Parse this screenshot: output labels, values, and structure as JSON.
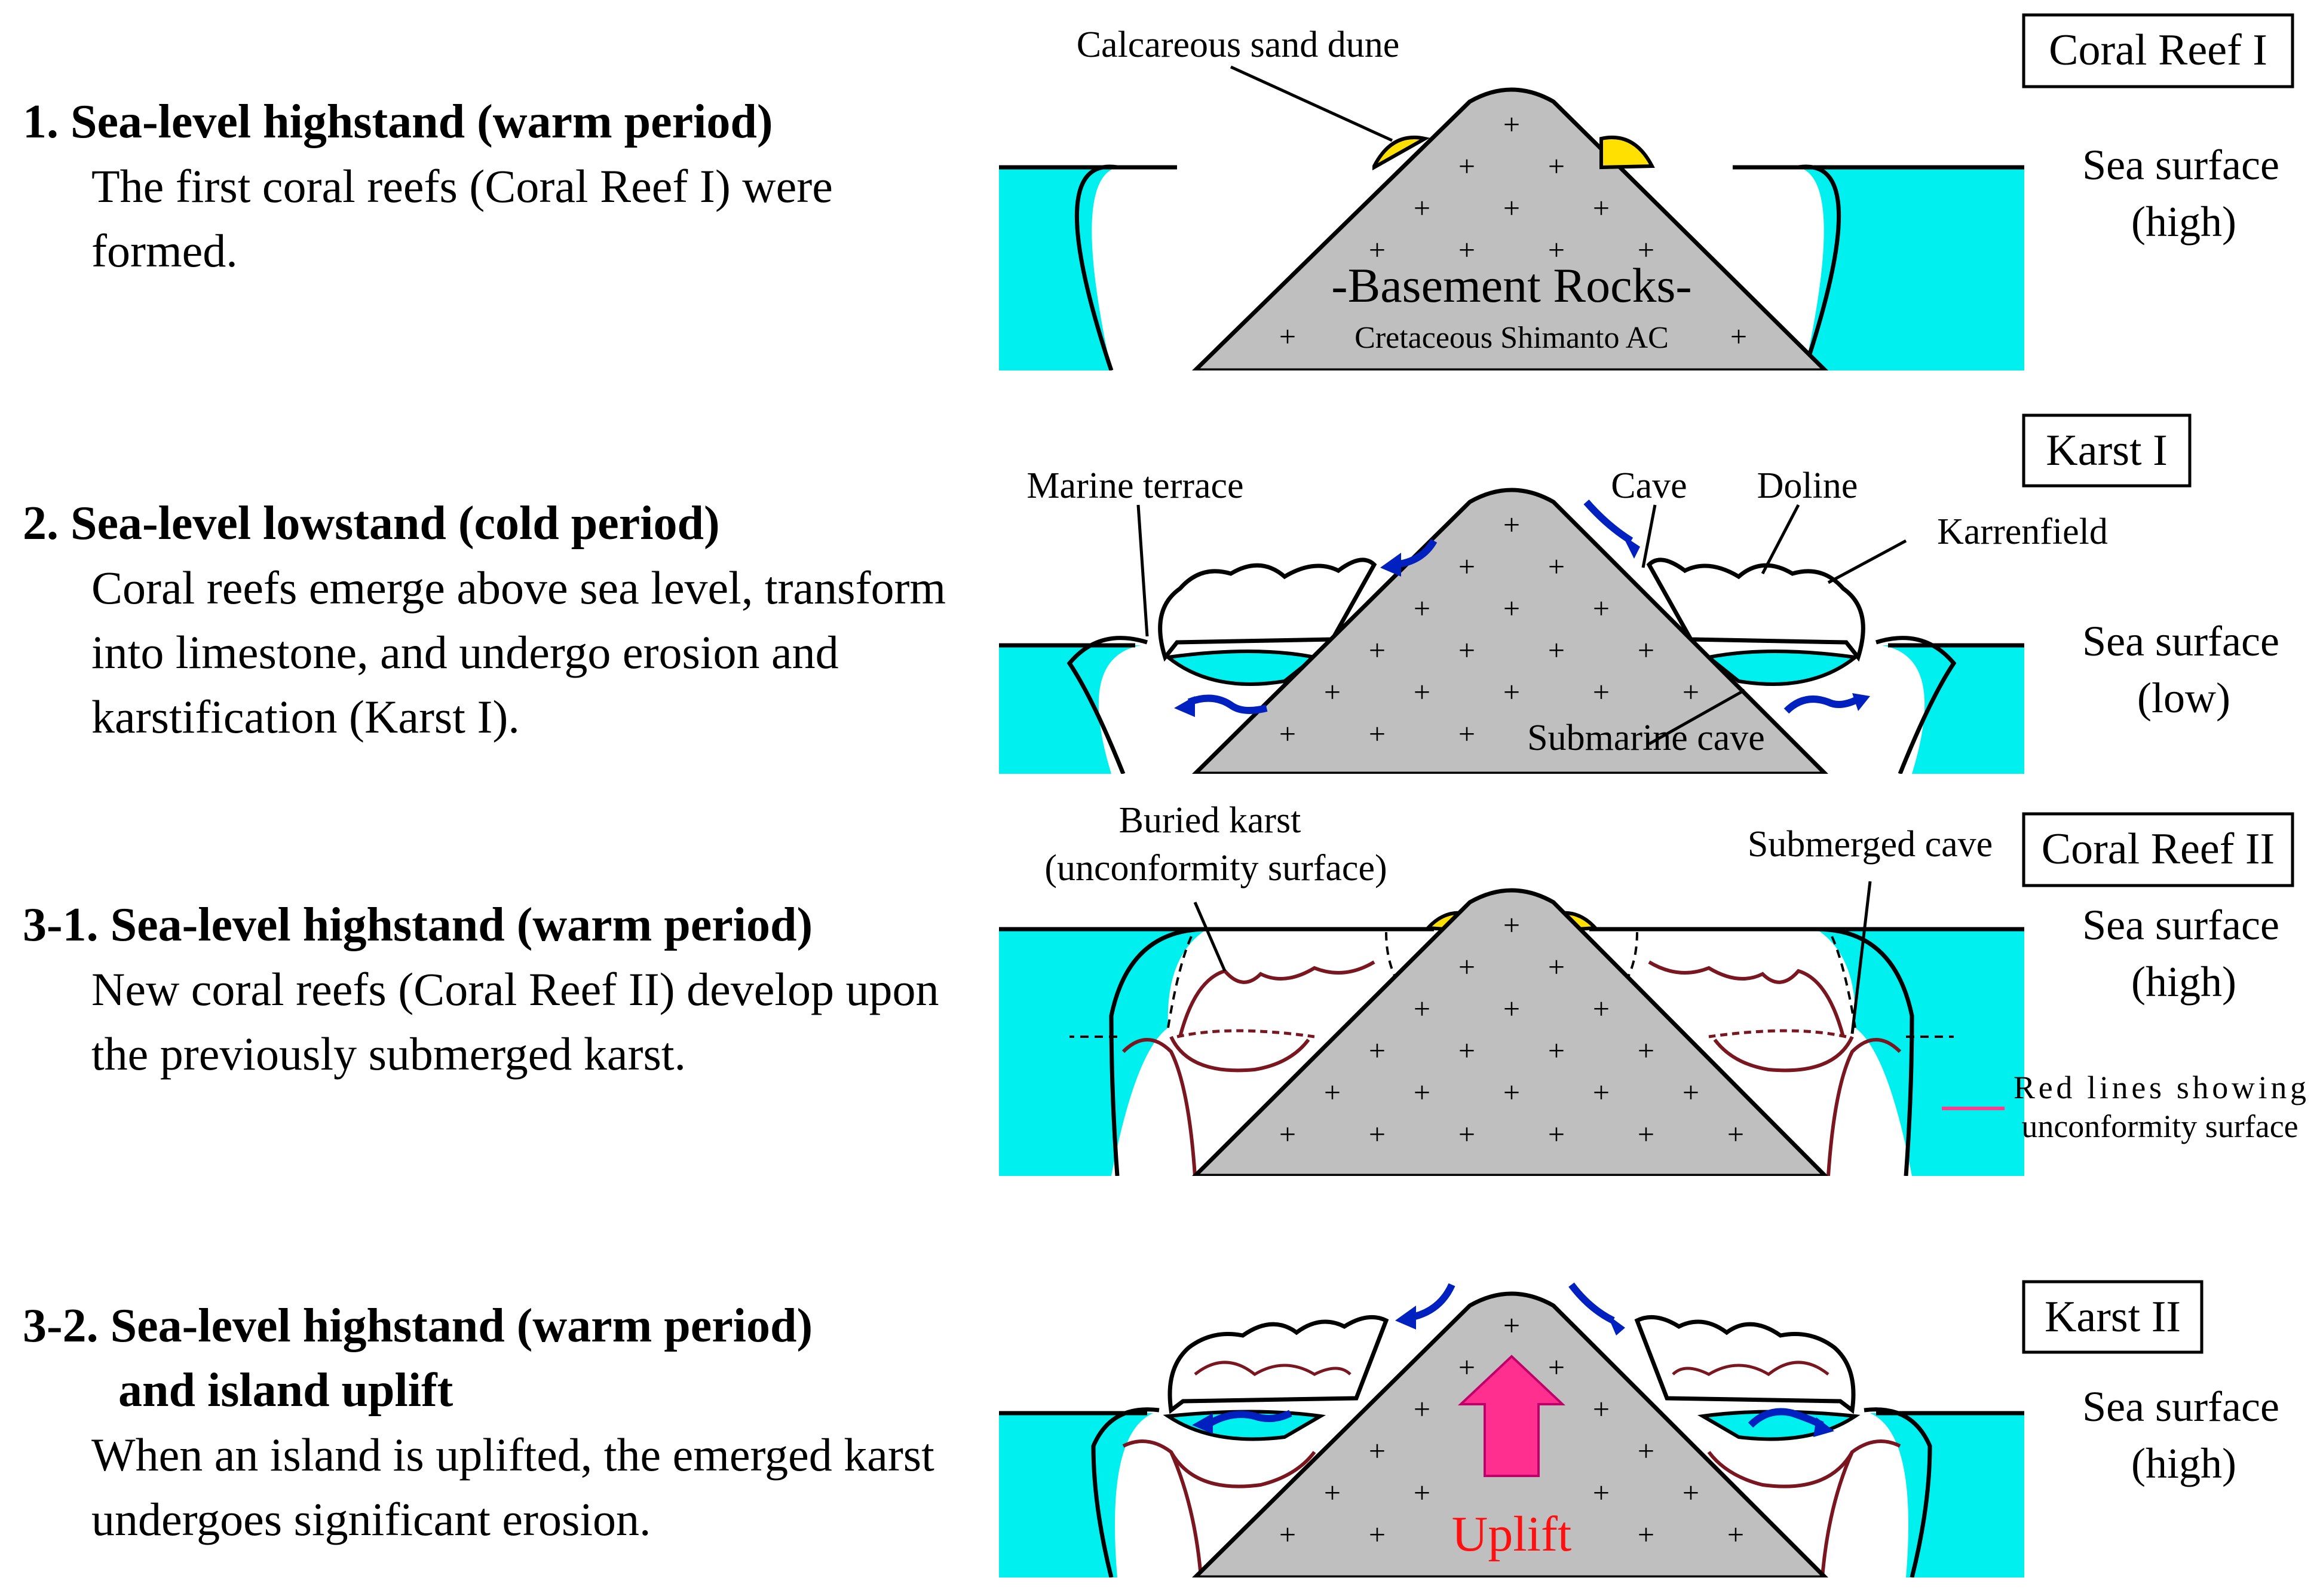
{
  "steps": [
    {
      "heading": "1. Sea-level highstand (warm period)",
      "body": "The first coral reefs (Coral Reef I) were formed."
    },
    {
      "heading": "2. Sea-level lowstand (cold period)",
      "body": "Coral reefs emerge above sea level, transform into limestone, and undergo erosion and karstification (Karst I)."
    },
    {
      "heading": "3-1. Sea-level highstand (warm period)",
      "body": "New coral reefs (Coral Reef II) develop upon the previously submerged karst."
    },
    {
      "heading": "3-2. Sea-level highstand (warm period)",
      "heading2": "and island uplift",
      "body": "When an island is uplifted, the emerged karst undergoes significant erosion."
    }
  ],
  "panels": {
    "p1": {
      "stage": "Coral Reef I",
      "sea_surface": "Sea surface",
      "sea_level": "(high)",
      "calcareous": "Calcareous sand dune",
      "basement": "-Basement Rocks-",
      "cretaceous": "Cretaceous Shimanto AC"
    },
    "p2": {
      "stage": "Karst I",
      "sea_surface": "Sea surface",
      "sea_level": "(low)",
      "marine_terrace": "Marine terrace",
      "cave": "Cave",
      "doline": "Doline",
      "karrenfield": "Karrenfield",
      "submarine_cave": "Submarine cave"
    },
    "p3": {
      "stage": "Coral Reef II",
      "sea_surface": "Sea surface",
      "sea_level": "(high)",
      "buried_karst": "Buried karst",
      "unconformity": "(unconformity surface)",
      "submerged_cave": "Submerged cave",
      "legend_line1": "Red lines showing",
      "legend_line2": "unconformity surface"
    },
    "p4": {
      "stage": "Karst II",
      "sea_surface": "Sea surface",
      "sea_level": "(high)",
      "uplift": "Uplift"
    }
  },
  "colors": {
    "sea": "#00f0f0",
    "basement": "#bfbfbf",
    "dune": "#ffe000",
    "karst_line": "#7a1620",
    "uplift_arrow": "#ff2f8f",
    "uplift_text": "#ff1010",
    "flow_arrow": "#0020c0",
    "legend_line": "#ff3c8c"
  }
}
